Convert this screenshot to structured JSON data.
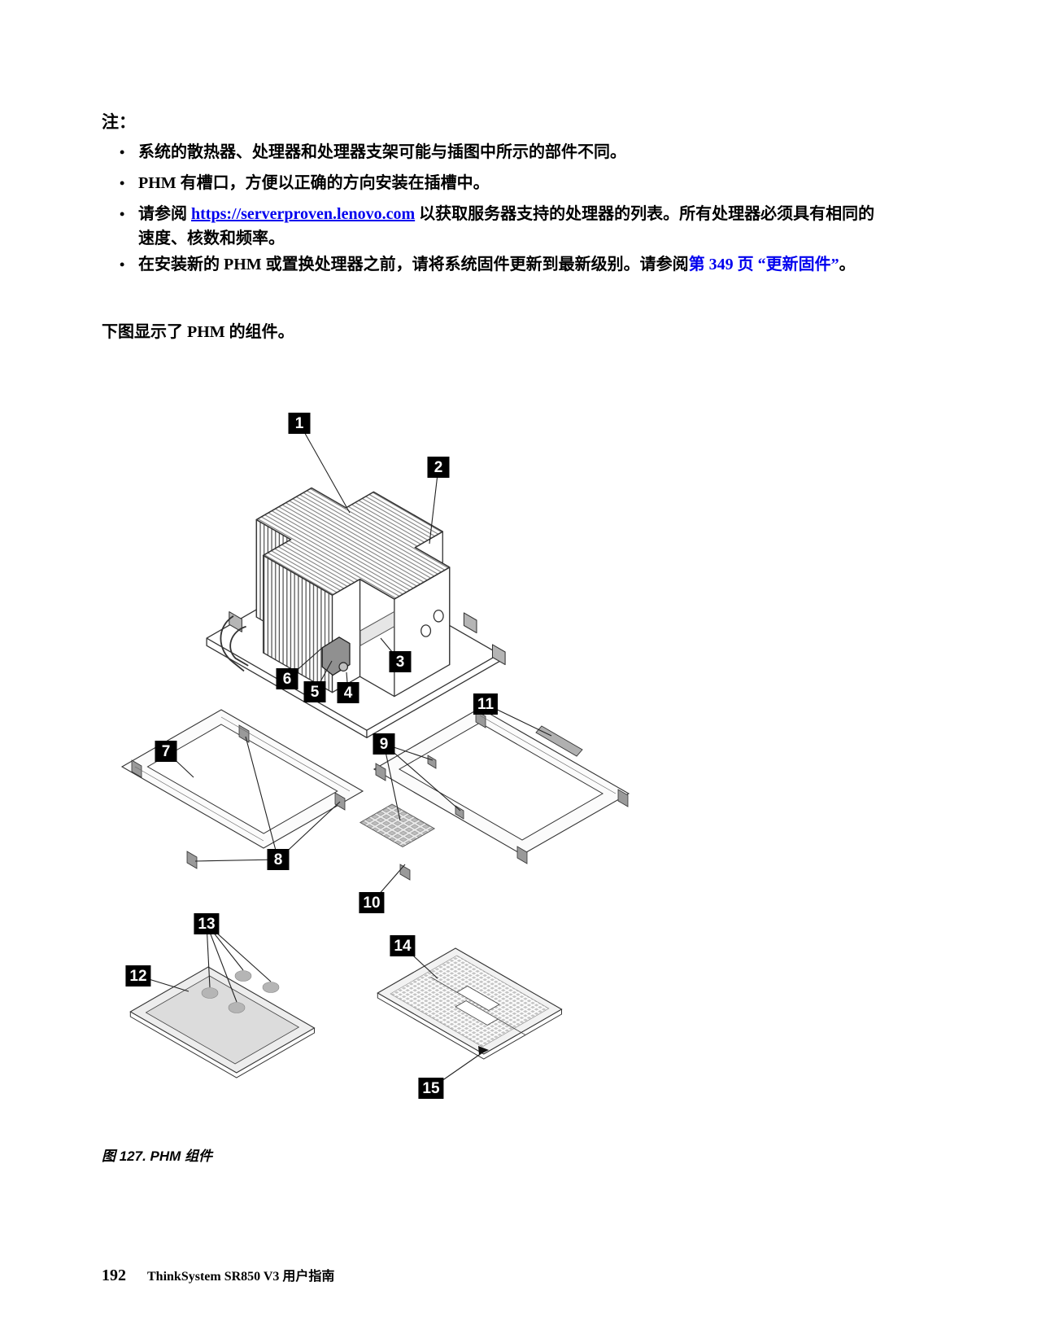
{
  "page": {
    "notes_heading": "注：",
    "bullets": [
      {
        "pre": "系统的散热器、处理器和处理器支架可能与插图中所示的部件不同。"
      },
      {
        "pre": "PHM 有槽口，方便以正确的方向安装在插槽中。"
      },
      {
        "pre": "请参阅 ",
        "link": "https://serverproven.lenovo.com",
        "post": " 以获取服务器支持的处理器的列表。所有处理器必须具有相同的速度、核数和频率。"
      },
      {
        "pre": "在安装新的 PHM 或置换处理器之前，请将系统固件更新到最新级别。请参阅",
        "link": "第 349 页 “更新固件”",
        "post": "。"
      }
    ],
    "intro": "下图显示了 PHM 的组件。",
    "figure_caption": "图 127. PHM 组件",
    "footer": {
      "page_number": "192",
      "doc_title": "ThinkSystem SR850 V3 用户指南"
    }
  },
  "figure": {
    "description": "PHM (processor heat sink module) exploded components diagram",
    "callouts": [
      "1",
      "2",
      "3",
      "4",
      "5",
      "6",
      "7",
      "8",
      "9",
      "10",
      "11",
      "12",
      "13",
      "14",
      "15"
    ]
  },
  "colors": {
    "link": "#0000EE",
    "callout_bg": "#000000",
    "callout_fg": "#FFFFFF",
    "text": "#000000"
  }
}
